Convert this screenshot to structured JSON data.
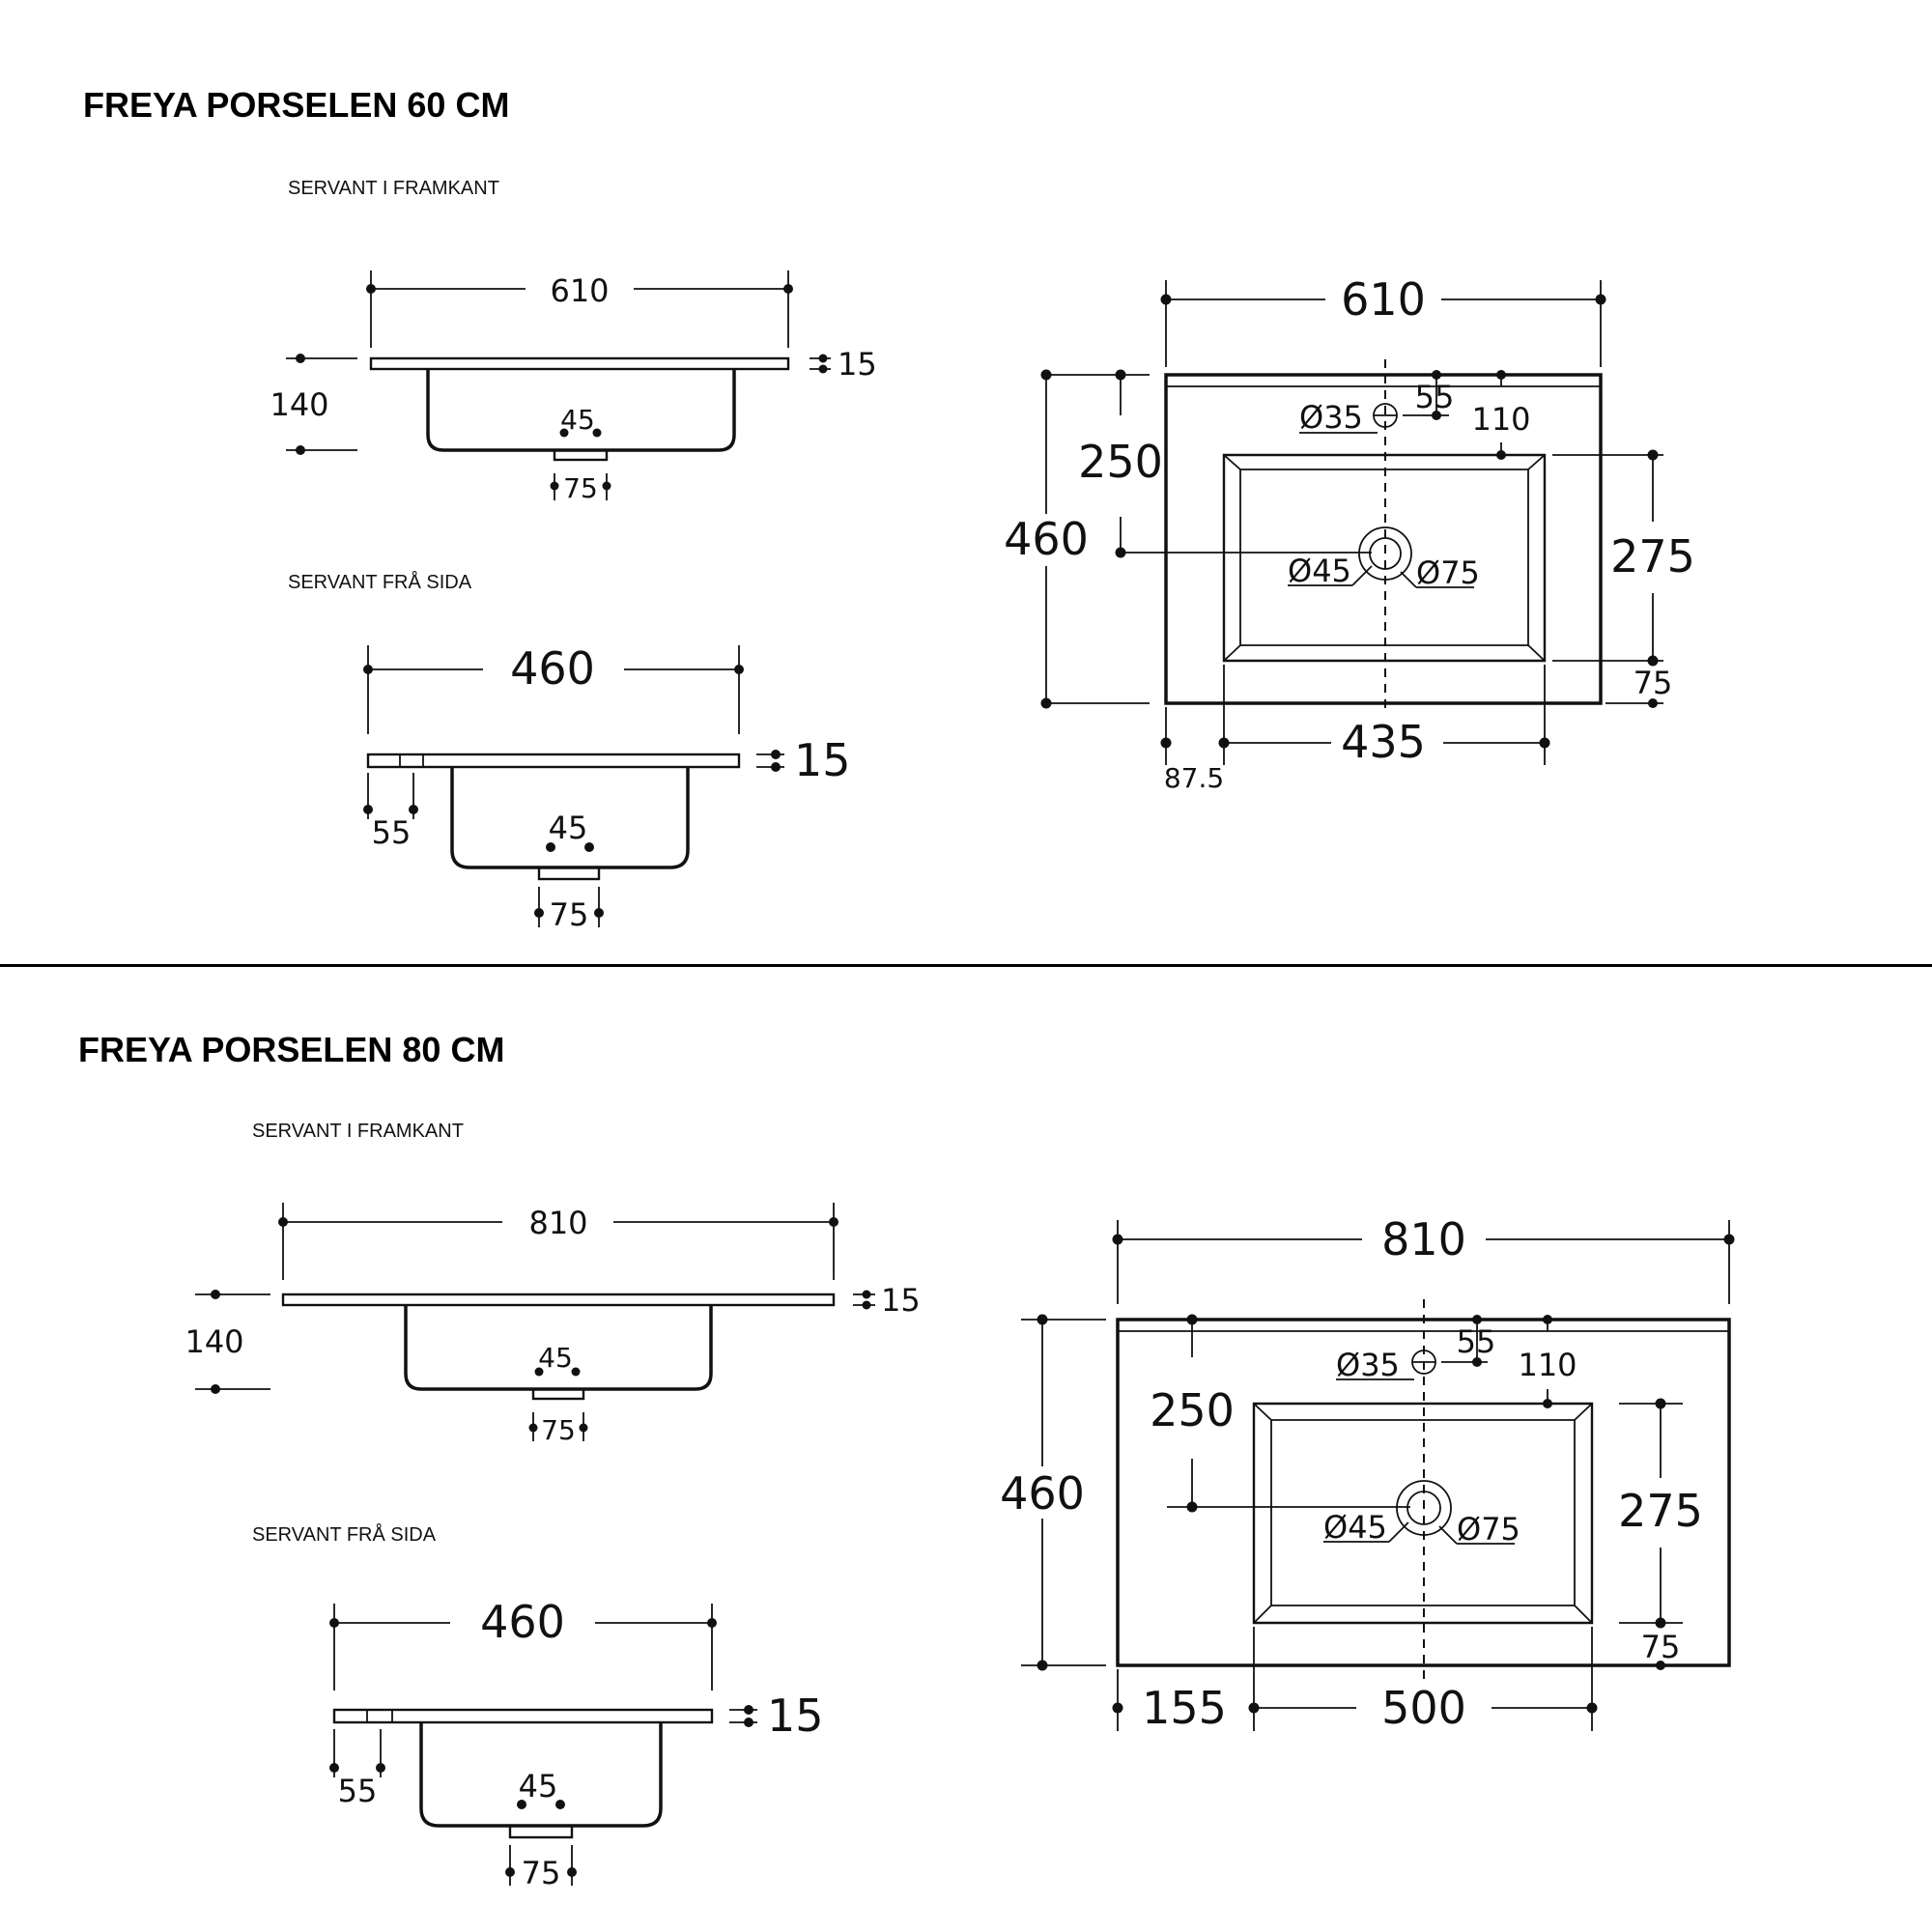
{
  "section60": {
    "title": "FREYA PORSELEN 60 CM",
    "front": {
      "label": "SERVANT I FRAMKANT",
      "width": "610",
      "thickness": "15",
      "height": "140",
      "hole": "45",
      "drain": "75"
    },
    "side": {
      "label": "SERVANT FRÅ SIDA",
      "depth": "460",
      "thickness": "15",
      "offset": "55",
      "hole": "45",
      "drain": "75"
    },
    "top": {
      "width": "610",
      "depth": "460",
      "to_drain": "250",
      "tap_hole": "Ø35",
      "tap_offset": "55",
      "bowl_start": "110",
      "bowl_depth": "275",
      "drain_hole": "Ø45",
      "drain_outer": "Ø75",
      "front_margin": "75",
      "side_margin": "87.5",
      "bowl_width": "435"
    }
  },
  "section80": {
    "title": "FREYA PORSELEN 80 CM",
    "front": {
      "label": "SERVANT I FRAMKANT",
      "width": "810",
      "thickness": "15",
      "height": "140",
      "hole": "45",
      "drain": "75"
    },
    "side": {
      "label": "SERVANT FRÅ SIDA",
      "depth": "460",
      "thickness": "15",
      "offset": "55",
      "hole": "45",
      "drain": "75"
    },
    "top": {
      "width": "810",
      "depth": "460",
      "to_drain": "250",
      "tap_hole": "Ø35",
      "tap_offset": "55",
      "bowl_start": "110",
      "bowl_depth": "275",
      "drain_hole": "Ø45",
      "drain_outer": "Ø75",
      "front_margin": "75",
      "side_margin": "155",
      "bowl_width": "500"
    }
  }
}
